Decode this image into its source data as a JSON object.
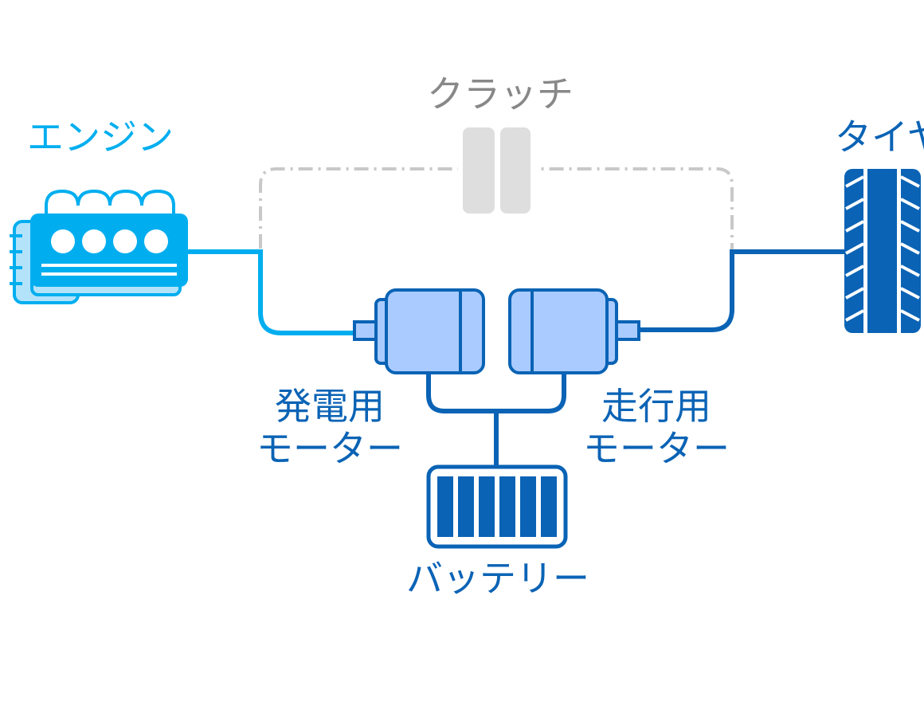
{
  "labels": {
    "engine": "エンジン",
    "clutch": "クラッチ",
    "tire": "タイヤ",
    "generator_motor_line1": "発電用",
    "generator_motor_line2": "モーター",
    "drive_motor_line1": "走行用",
    "drive_motor_line2": "モーター",
    "battery": "バッテリー"
  },
  "colors": {
    "engine": "#00aeef",
    "engine_light": "#b3e3fa",
    "motor_fill": "#aacbff",
    "motor_stroke": "#0a63b5",
    "wire": "#0a63b5",
    "clutch": "#c8c8c8",
    "clutch_fill": "#dedede",
    "clutch_text": "#888888",
    "tire": "#0a63b5",
    "battery": "#0a63b5"
  }
}
